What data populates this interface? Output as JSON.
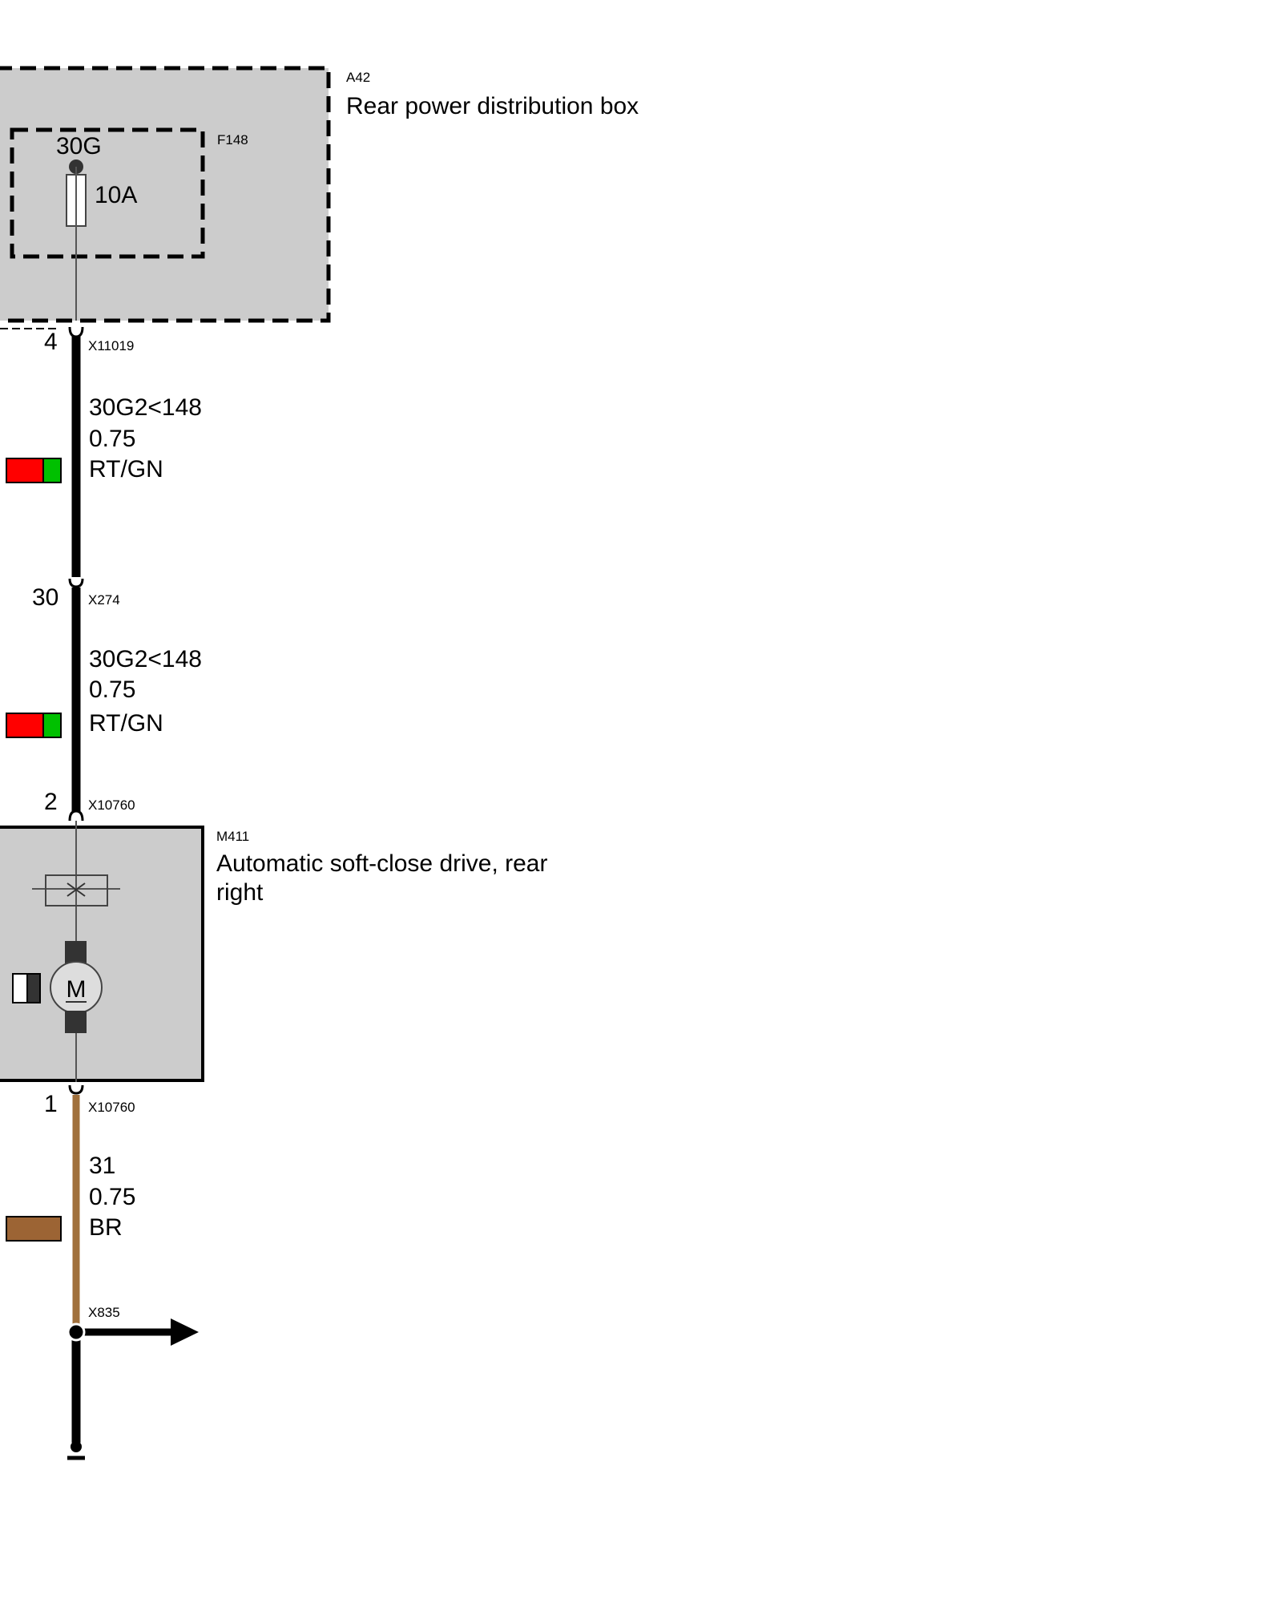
{
  "colors": {
    "box_fill": "#cccccc",
    "wire_black": "#000000",
    "wire_brown": "#a0703c",
    "swatch_red": "#ff0000",
    "swatch_green": "#00c000",
    "swatch_brown": "#9c6434",
    "stroke": "#333333"
  },
  "distribution_box": {
    "id": "A42",
    "name": "Rear power distribution box",
    "fuse": {
      "id": "F148",
      "terminal": "30G",
      "rating": "10A"
    }
  },
  "connectors": {
    "c1": {
      "id": "X11019",
      "pin": "4"
    },
    "c2": {
      "id": "X274",
      "pin": "30"
    },
    "c3": {
      "id": "X10760",
      "pin": "2"
    },
    "c4": {
      "id": "X10760",
      "pin": "1"
    },
    "ground": {
      "id": "X835"
    }
  },
  "wires": [
    {
      "signal": "30G2<148",
      "cross_section": "0.75",
      "color_code": "RT/GN"
    },
    {
      "signal": "30G2<148",
      "cross_section": "0.75",
      "color_code": "RT/GN"
    },
    {
      "signal": "31",
      "cross_section": "0.75",
      "color_code": "BR"
    }
  ],
  "motor": {
    "id": "M411",
    "name_line1": "Automatic soft-close drive, rear",
    "name_line2": "right",
    "symbol": "M"
  }
}
